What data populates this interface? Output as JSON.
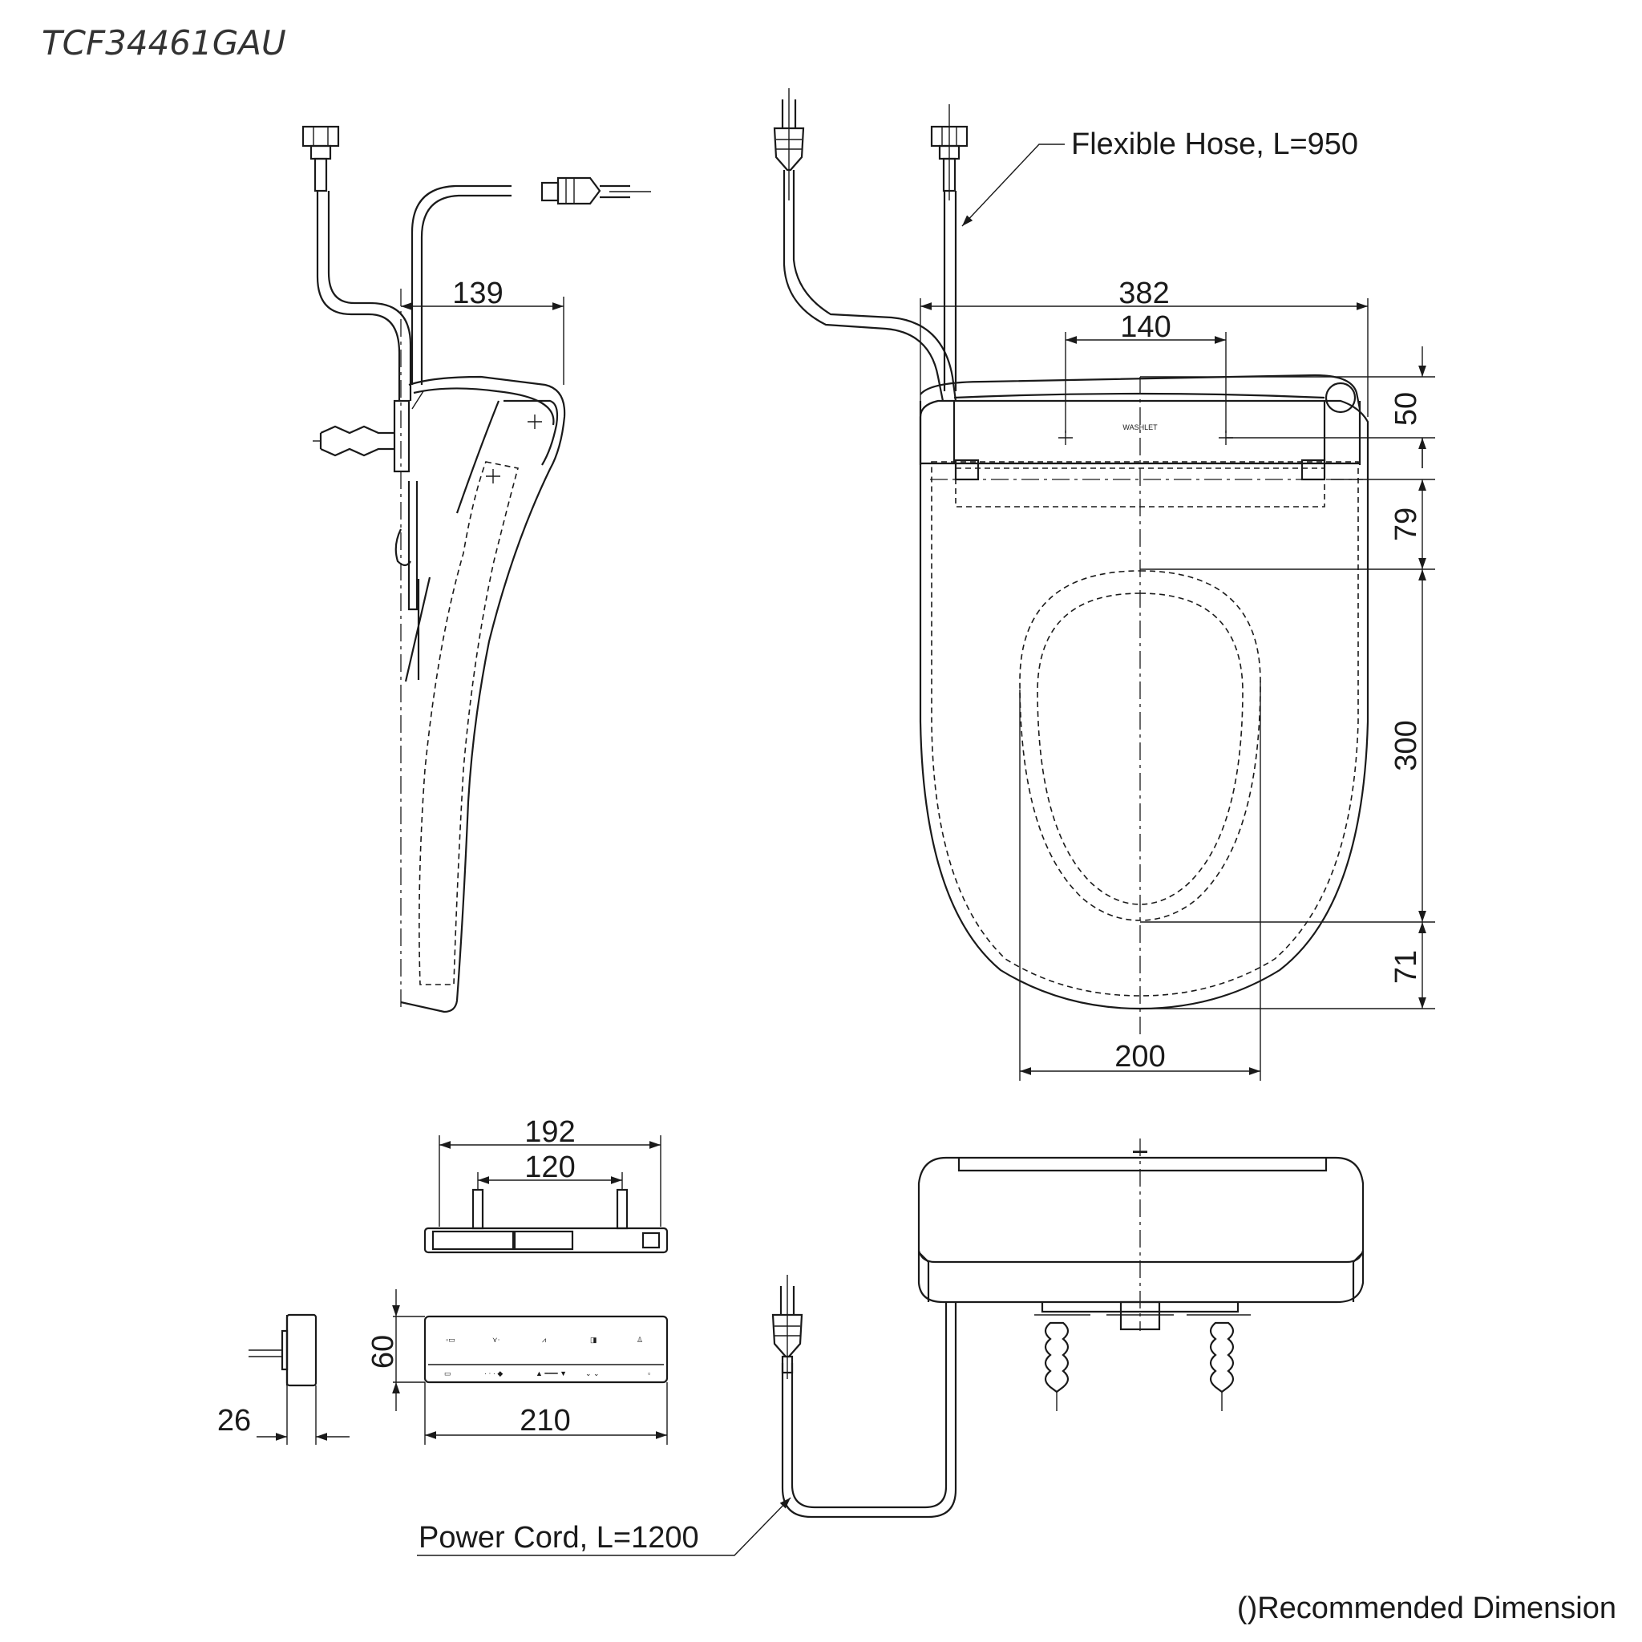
{
  "model_number": "TCF34461GAU",
  "callouts": {
    "hose": "Flexible Hose, L=950",
    "power_cord": "Power Cord, L=1200",
    "note": "()Recommended Dimension"
  },
  "dimensions": {
    "side_depth": "139",
    "overall_width": "382",
    "mount_spacing": "140",
    "front_50": "50",
    "front_79": "79",
    "front_300": "300",
    "front_71": "71",
    "bowl_width": "200",
    "remote_width": "192",
    "remote_mount": "120",
    "remote_height": "60",
    "remote_length": "210",
    "remote_depth": "26"
  },
  "colors": {
    "ink": "#1a1a1a",
    "background": "#ffffff"
  },
  "icons": [
    "water-valve-icon",
    "power-plug-icon",
    "remote-control-icon",
    "bidet-seat-icon"
  ]
}
